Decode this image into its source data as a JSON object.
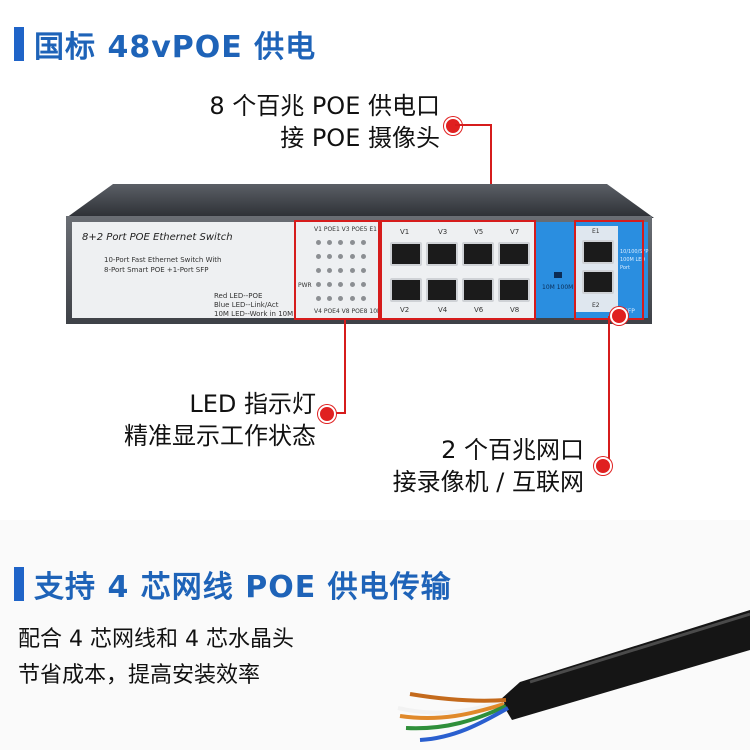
{
  "heading_top": "国标 48vPOE 供电",
  "callout_ports": {
    "line1": "8 个百兆 POE 供电口",
    "line2": "接 POE 摄像头"
  },
  "callout_led": {
    "line1": "LED 指示灯",
    "line2": "精准显示工作状态"
  },
  "callout_uplink": {
    "line1": "2 个百兆网口",
    "line2": "接录像机 / 互联网"
  },
  "heading_bottom": "支持 4 芯网线 POE 供电传输",
  "bottom_text": {
    "line1": "配合 4 芯网线和 4 芯水晶头",
    "line2": "节省成本，提高安装效率"
  },
  "switch_panel": {
    "title": "8+2 Port POE Ethernet Switch",
    "desc1": "10-Port Fast Ethernet Switch With",
    "desc2": "8-Port Smart POE +1-Port SFP",
    "led_legend1": "Red LED--POE",
    "led_legend2": "Blue LED--Link/Act",
    "led_legend3": "10M LED--Work in 10M",
    "pwr": "PWR",
    "led_header": "V1 POE1 V3 POE5 E1",
    "led_footer": "V4 POE4 V8 POE8 10M",
    "port_top": [
      "V1",
      "V3",
      "V5",
      "V7"
    ],
    "port_bottom": [
      "V2",
      "V4",
      "V6",
      "V8"
    ],
    "uplink_top": "E1",
    "uplink_bottom": "E2",
    "mode_label": "10M 100M",
    "sfp_note": "10/100/SFP 100M LED Port",
    "sfp": "SFP"
  },
  "colors": {
    "heading_blue": "#1e63b8",
    "callout_red": "#d61c1c",
    "switch_blue": "#2a8ee0"
  }
}
